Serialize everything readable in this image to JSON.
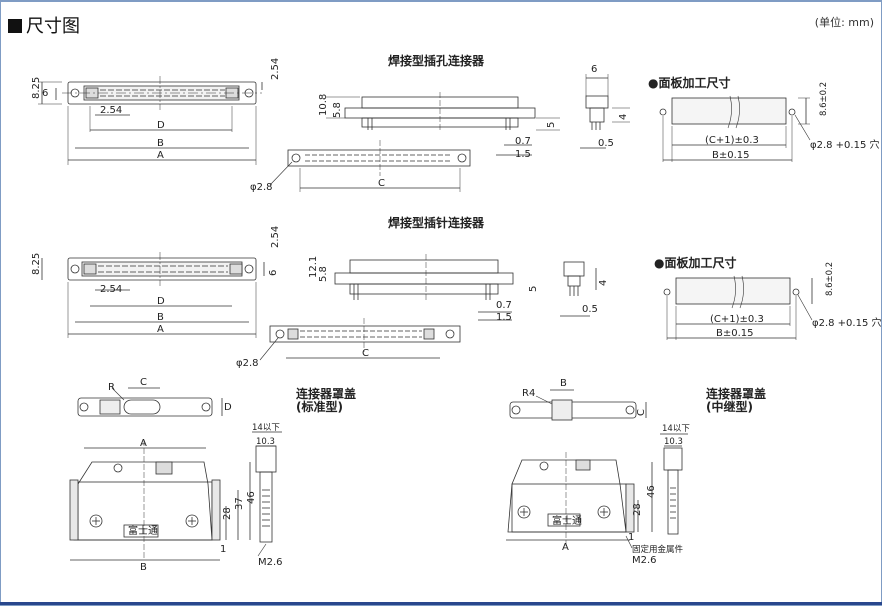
{
  "header": {
    "title": "尺寸图",
    "unit": "(单位: mm)"
  },
  "sections": {
    "socket_title": "焊接型插孔连接器",
    "pin_title": "焊接型插针连接器",
    "panel_title_1": "●面板加工尺寸",
    "panel_title_2": "●面板加工尺寸",
    "cover_std_line1": "连接器罩盖",
    "cover_std_line2": "(标准型)",
    "cover_relay_line1": "连接器罩盖",
    "cover_relay_line2": "(中继型)"
  },
  "dims": {
    "A": "A",
    "B": "B",
    "C": "C",
    "D": "D",
    "R": "R",
    "R4": "R4",
    "d825": "8.25",
    "d6": "6",
    "d254": "2.54",
    "d108": "10.8",
    "d58": "5.8",
    "d5": "5",
    "d07": "0.7",
    "d15": "1.5",
    "d4": "4",
    "d05": "0.5",
    "d121": "12.1",
    "phi28": "φ2.8",
    "panel_c": "(C+1)±0.3",
    "panel_b": "B±0.15",
    "panel_h": "8.6±0.2",
    "panel_hole": "φ2.8 +0.15 穴",
    "d14": "14以下",
    "d103": "10.3",
    "d46": "46",
    "d37": "37",
    "d28": "28",
    "d1": "1",
    "m26": "M2.6",
    "brand": "富士通",
    "fix": "固定用金属件"
  }
}
